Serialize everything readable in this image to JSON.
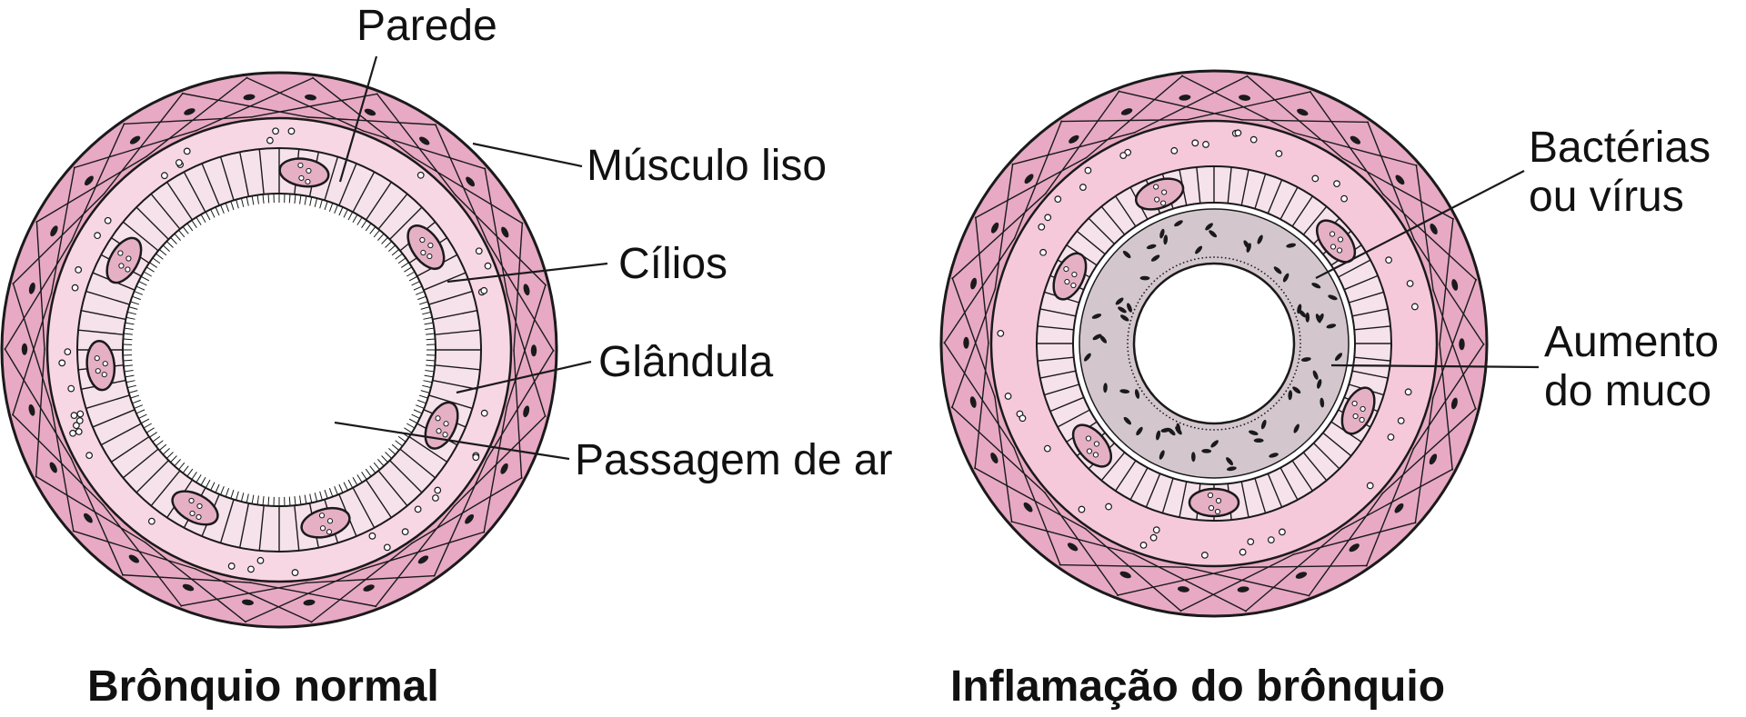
{
  "normal": {
    "caption": "Brônquio normal",
    "labels": {
      "parede": "Parede",
      "musculo": "Músculo liso",
      "cilios": "Cílios",
      "glandula": "Glândula",
      "passagem": "Passagem de ar"
    }
  },
  "inflamed": {
    "caption": "Inflamação do brônquio",
    "labels": {
      "bacterias_line1": "Bactérias",
      "bacterias_line2": "ou vírus",
      "muco_line1": "Aumento",
      "muco_line2": "do muco"
    }
  },
  "colors": {
    "outer_layer": "#e7a9c3",
    "inner_layer": "#f8d7e4",
    "inflamed_inner": "#f5c9da",
    "epithelium": "#f6e2ea",
    "gland": "#e5b0c4",
    "mucus": "#d3c7cd",
    "stroke": "#1a1a1a"
  }
}
